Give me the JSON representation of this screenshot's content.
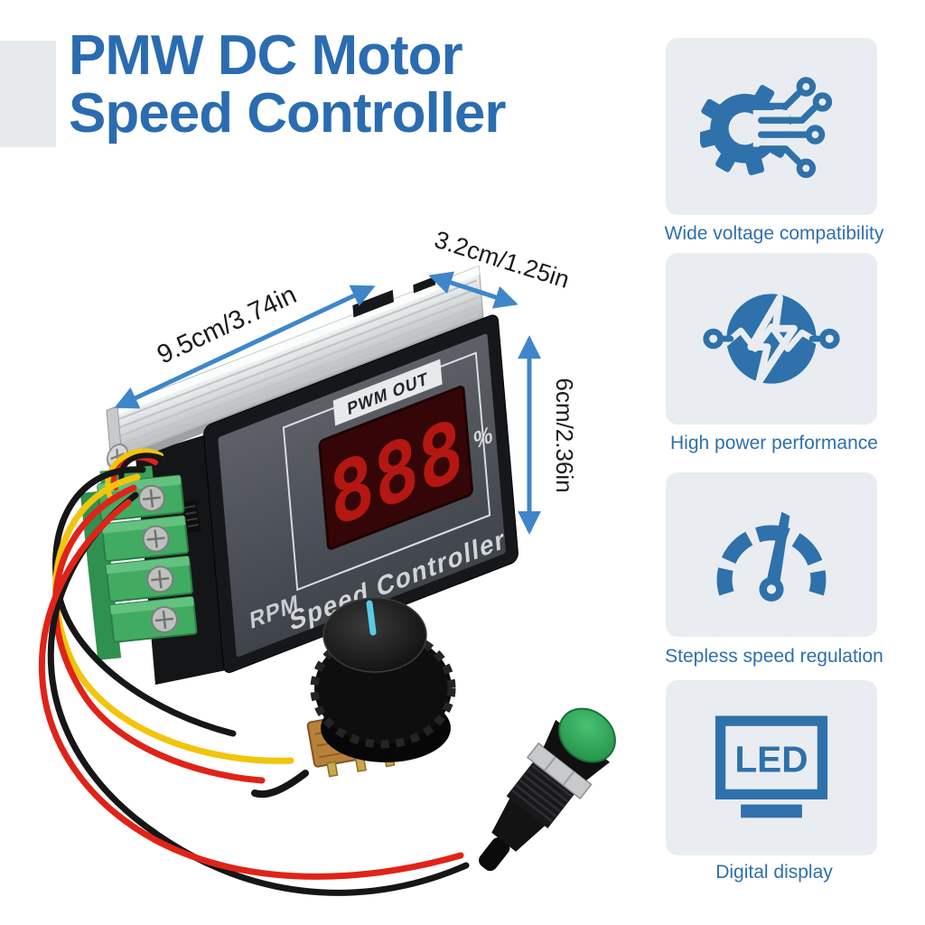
{
  "title": {
    "line1": "PMW DC Motor",
    "line2": "Speed Controller"
  },
  "dimensions": {
    "length": "9.5cm/3.74in",
    "depth": "3.2cm/1.25in",
    "height": "6cm/2.36in"
  },
  "device": {
    "display_header": "PWM OUT",
    "display_digits": "888",
    "percent_symbol": "%",
    "rpm_label": "RPM",
    "name_label": "Speed Controller"
  },
  "features": [
    {
      "icon": "gear-circuit-icon",
      "label": "Wide voltage compatibility"
    },
    {
      "icon": "power-circuit-icon",
      "label": "High power performance"
    },
    {
      "icon": "gauge-icon",
      "label": "Stepless speed regulation"
    },
    {
      "icon": "led-display-icon",
      "label": "Digital display",
      "icon_text": "LED"
    }
  ],
  "colors": {
    "title_blue": "#2b6cb0",
    "feature_label_blue": "#2f6fad",
    "icon_blue": "#2e71ab",
    "arrow_blue": "#3e86c9",
    "card_background": "#e9edf1",
    "led_digit_red": "#b41712",
    "terminal_green": "#42ab62",
    "button_cap_green": "#2fa457",
    "knob_pointer_cyan": "#59cbe6",
    "wire_red": "#e02318",
    "wire_yellow": "#f2c40a",
    "wire_black": "#161616"
  }
}
